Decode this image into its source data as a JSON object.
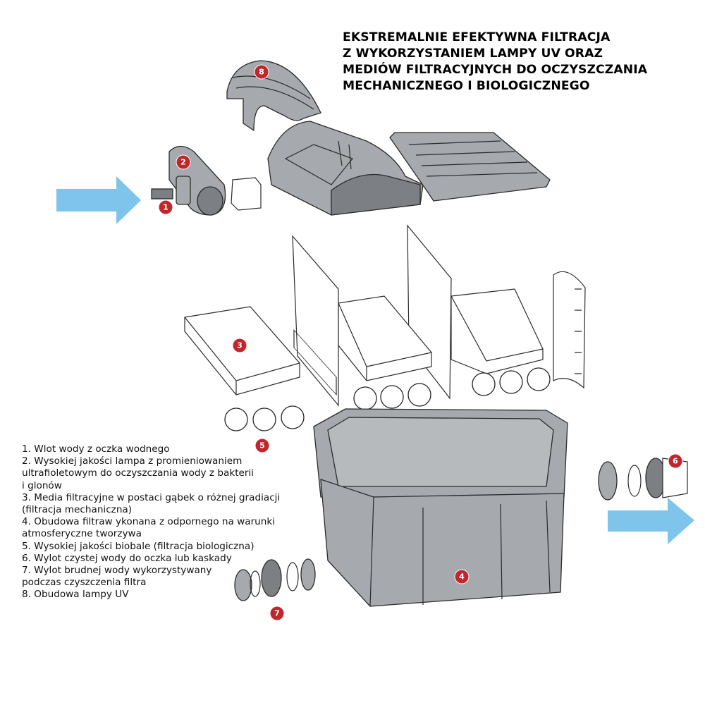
{
  "title_lines": [
    "EKSTREMALNIE EFEKTYWNA FILTRACJA",
    "Z WYKORZYSTANIEM LAMPY UV ORAZ",
    "MEDIÓW FILTRACYJNYCH DO OCZYSZCZANIA",
    "MECHANICZNEGO I BIOLOGICZNEGO"
  ],
  "legend_lines": [
    "1. Wlot wody z oczka wodnego",
    "2. Wysokiej jakości lampa z promieniowaniem",
    "ultrafioletowym do oczyszczania wody z bakterii",
    "i glonów",
    "3. Media filtracyjne w postaci gąbek o różnej gradiacji",
    "(filtracja mechaniczna)",
    "4. Obudowa filtraw ykonana z odpornego na warunki",
    "atmosferyczne tworzywa",
    "5. Wysokiej jakości biobale (filtracja biologiczna)",
    "6. Wylot czystej wody do oczka lub kaskady",
    "7. Wylot brudnej wody wykorzystywany",
    "podczas czyszczenia filtra",
    "8. Obudowa lampy UV"
  ],
  "markers": {
    "m1": "1",
    "m2": "2",
    "m3": "3",
    "m4": "4",
    "m5": "5",
    "m6": "6",
    "m7": "7",
    "m8": "8"
  },
  "colors": {
    "marker": "#c0272d",
    "arrow": "#7fc4ea",
    "plastic": "#a6a9ad"
  }
}
